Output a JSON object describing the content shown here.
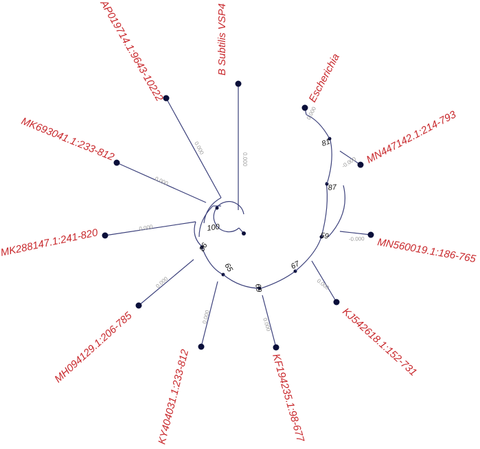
{
  "tree": {
    "taxa": [
      {
        "label": "AP019714.1:9643-10222",
        "branch_length": "0.000"
      },
      {
        "label": "B Subtilis VSP4",
        "branch_length": "0.000"
      },
      {
        "label": "Escherichia",
        "branch_length": "0.000"
      },
      {
        "label": "MN447142.1:214-793",
        "branch_length": "-0.000"
      },
      {
        "label": "MN560019.1:186-765",
        "branch_length": "-0.000"
      },
      {
        "label": "KJ542618.1:152-731",
        "branch_length": "0.000"
      },
      {
        "label": "KF194235.1:98-677",
        "branch_length": "0.000"
      },
      {
        "label": "KY404031.1:233-812",
        "branch_length": "0.000"
      },
      {
        "label": "MH094129.1:206-785",
        "branch_length": "0.000"
      },
      {
        "label": "MK288147.1:241-820",
        "branch_length": "0.000"
      },
      {
        "label": "MK693041.1:233-812",
        "branch_length": "0.000"
      }
    ],
    "bootstrap": [
      "81",
      "87",
      "59",
      "67",
      "69",
      "65",
      "86",
      "100"
    ],
    "colors": {
      "branch": "#3a3f7a",
      "taxon": "#c8282c",
      "node": "#0a0f3a"
    }
  }
}
